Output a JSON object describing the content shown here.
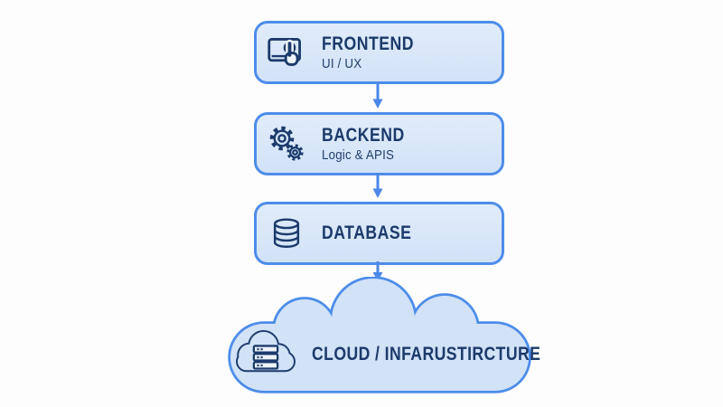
{
  "diagram": {
    "type": "flowchart",
    "direction": "top-down",
    "nodes": [
      {
        "id": "frontend",
        "title": "FRONTEND",
        "subtitle": "UI / UX",
        "icon": "touch-screen-icon",
        "shape": "rounded-rectangle"
      },
      {
        "id": "backend",
        "title": "BACKEND",
        "subtitle": "Logic & APIS",
        "icon": "gears-icon",
        "shape": "rounded-rectangle"
      },
      {
        "id": "database",
        "title": "DATABASE",
        "subtitle": "",
        "icon": "database-icon",
        "shape": "rounded-rectangle"
      },
      {
        "id": "cloud",
        "title": "CLOUD / INFARUSTIRCTURE",
        "subtitle": "",
        "icon": "cloud-server-icon",
        "shape": "cloud"
      }
    ],
    "connections": [
      {
        "from": "frontend",
        "to": "backend",
        "style": "arrow-down"
      },
      {
        "from": "backend",
        "to": "database",
        "style": "arrow-down"
      },
      {
        "from": "database",
        "to": "cloud",
        "style": "arrow-down"
      }
    ]
  },
  "colors": {
    "background": "#fdfdfe",
    "node_fill": "#d2e2f7",
    "node_fill_top": "#e0ecfb",
    "node_border": "#4d8de9",
    "arrow": "#4a87e8",
    "text_primary": "#1c3a6b",
    "text_secondary": "#22406e",
    "icon_stroke": "#1c3a6b"
  }
}
